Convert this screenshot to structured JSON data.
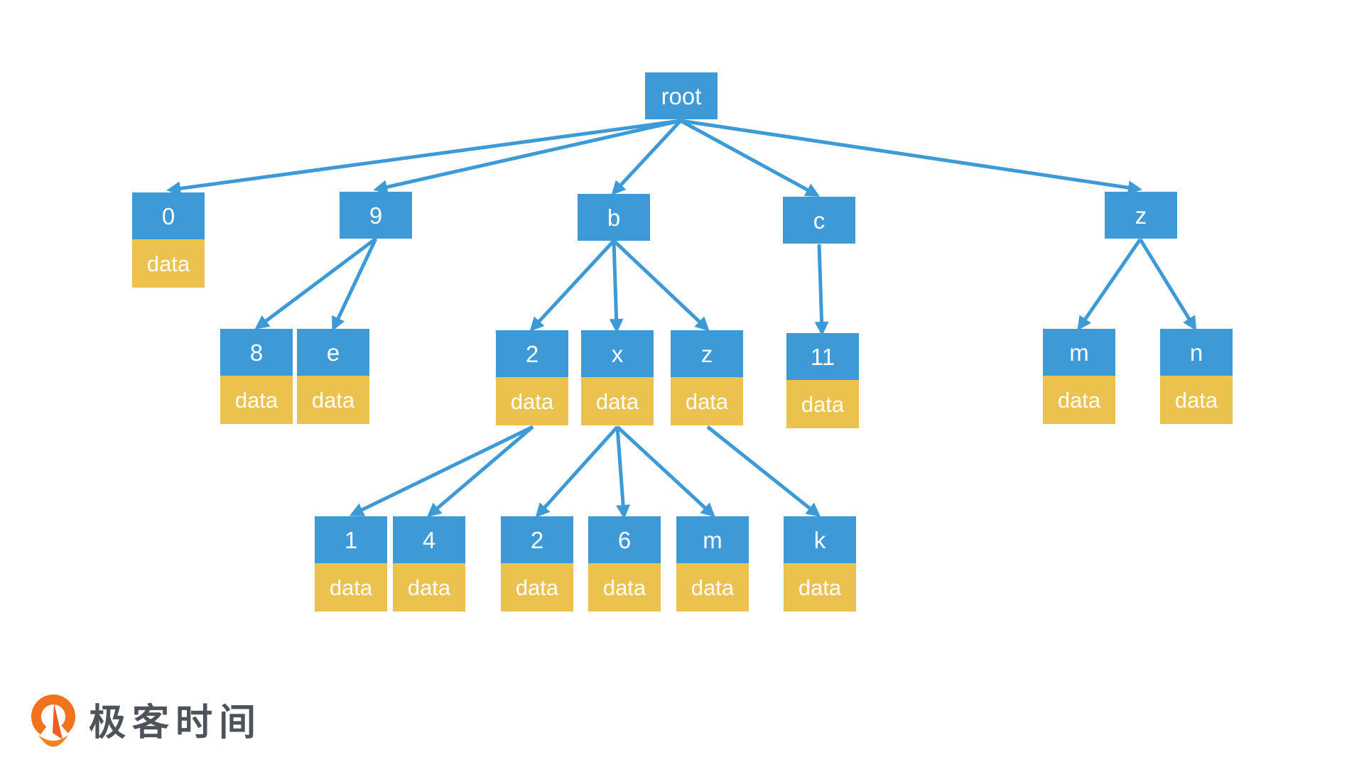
{
  "page": {
    "background": "#ffffff"
  },
  "colors": {
    "node_key_blue": "#3E9AD7",
    "node_data_yellow": "#ECC24F",
    "arrow_blue": "#3E9AD7",
    "node_text": "#ffffff",
    "logo_orange": "#F2731E",
    "logo_text_color": "#4D525B"
  },
  "diagram": {
    "type": "trie-tree",
    "data_label": "data",
    "nodes": [
      {
        "id": "root",
        "label": "root",
        "has_data": false
      },
      {
        "id": "0",
        "label": "0",
        "has_data": true
      },
      {
        "id": "9",
        "label": "9",
        "has_data": false
      },
      {
        "id": "b",
        "label": "b",
        "has_data": false
      },
      {
        "id": "c",
        "label": "c",
        "has_data": false
      },
      {
        "id": "z",
        "label": "z",
        "has_data": false
      },
      {
        "id": "9-8",
        "label": "8",
        "has_data": true
      },
      {
        "id": "9-e",
        "label": "e",
        "has_data": true
      },
      {
        "id": "b-2",
        "label": "2",
        "has_data": true
      },
      {
        "id": "b-x",
        "label": "x",
        "has_data": true
      },
      {
        "id": "b-z",
        "label": "z",
        "has_data": true
      },
      {
        "id": "c-11",
        "label": "11",
        "has_data": true
      },
      {
        "id": "z-m",
        "label": "m",
        "has_data": true
      },
      {
        "id": "z-n",
        "label": "n",
        "has_data": true
      },
      {
        "id": "2-1",
        "label": "1",
        "has_data": true
      },
      {
        "id": "2-4",
        "label": "4",
        "has_data": true
      },
      {
        "id": "x-2",
        "label": "2",
        "has_data": true
      },
      {
        "id": "x-6",
        "label": "6",
        "has_data": true
      },
      {
        "id": "x-m",
        "label": "m",
        "has_data": true
      },
      {
        "id": "b-z-k",
        "label": "k",
        "has_data": true
      }
    ],
    "edges": [
      [
        "root",
        "0"
      ],
      [
        "root",
        "9"
      ],
      [
        "root",
        "b"
      ],
      [
        "root",
        "c"
      ],
      [
        "root",
        "z"
      ],
      [
        "9",
        "9-8"
      ],
      [
        "9",
        "9-e"
      ],
      [
        "b",
        "b-2"
      ],
      [
        "b",
        "b-x"
      ],
      [
        "b",
        "b-z"
      ],
      [
        "c",
        "c-11"
      ],
      [
        "z",
        "z-m"
      ],
      [
        "z",
        "z-n"
      ],
      [
        "b-2",
        "2-1"
      ],
      [
        "b-2",
        "2-4"
      ],
      [
        "b-x",
        "x-2"
      ],
      [
        "b-x",
        "x-6"
      ],
      [
        "b-x",
        "x-m"
      ],
      [
        "b-z",
        "b-z-k"
      ]
    ]
  },
  "logo": {
    "text": "极客时间",
    "icon": "geektime-pin-icon"
  }
}
